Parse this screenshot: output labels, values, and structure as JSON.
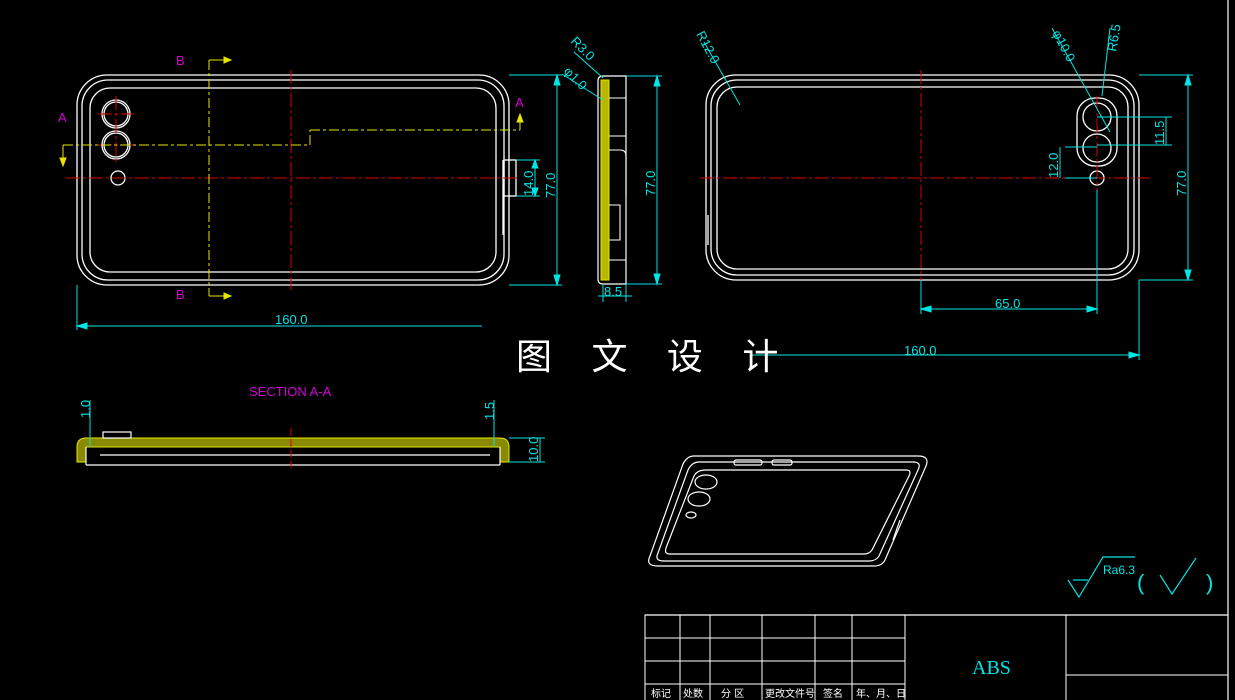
{
  "watermark": "图 文 设 计",
  "section_title": "SECTION A-A",
  "section_labels": {
    "a": "A",
    "b": "B"
  },
  "dims_front": {
    "width": "160.0",
    "height": "77.0",
    "slot": "14.0"
  },
  "dims_side": {
    "r3": "R3.0",
    "phi1": "φ1.0",
    "height": "77.0",
    "depth": "8.5"
  },
  "dims_back": {
    "r12": "R12.0",
    "phi10": "φ10.0",
    "r65": "R6.5",
    "h115": "11.5",
    "h120": "12.0",
    "height": "77.0",
    "offset": "65.0",
    "width": "160.0"
  },
  "dims_section": {
    "t1": "1.0",
    "t15": "1.5",
    "h10": "10.0"
  },
  "roughness": {
    "label": "Ra6.3",
    "symbol": "( √ )"
  },
  "material": "ABS",
  "title_block": {
    "headers": [
      "标记",
      "处数",
      "分 区",
      "更改文件号",
      "签名",
      "年、月、日"
    ]
  },
  "colors": {
    "outline": "#ffffff",
    "dimension": "#00e5e5",
    "centerline": "#e00000",
    "section": "#e6e600",
    "label": "#d400d4"
  }
}
